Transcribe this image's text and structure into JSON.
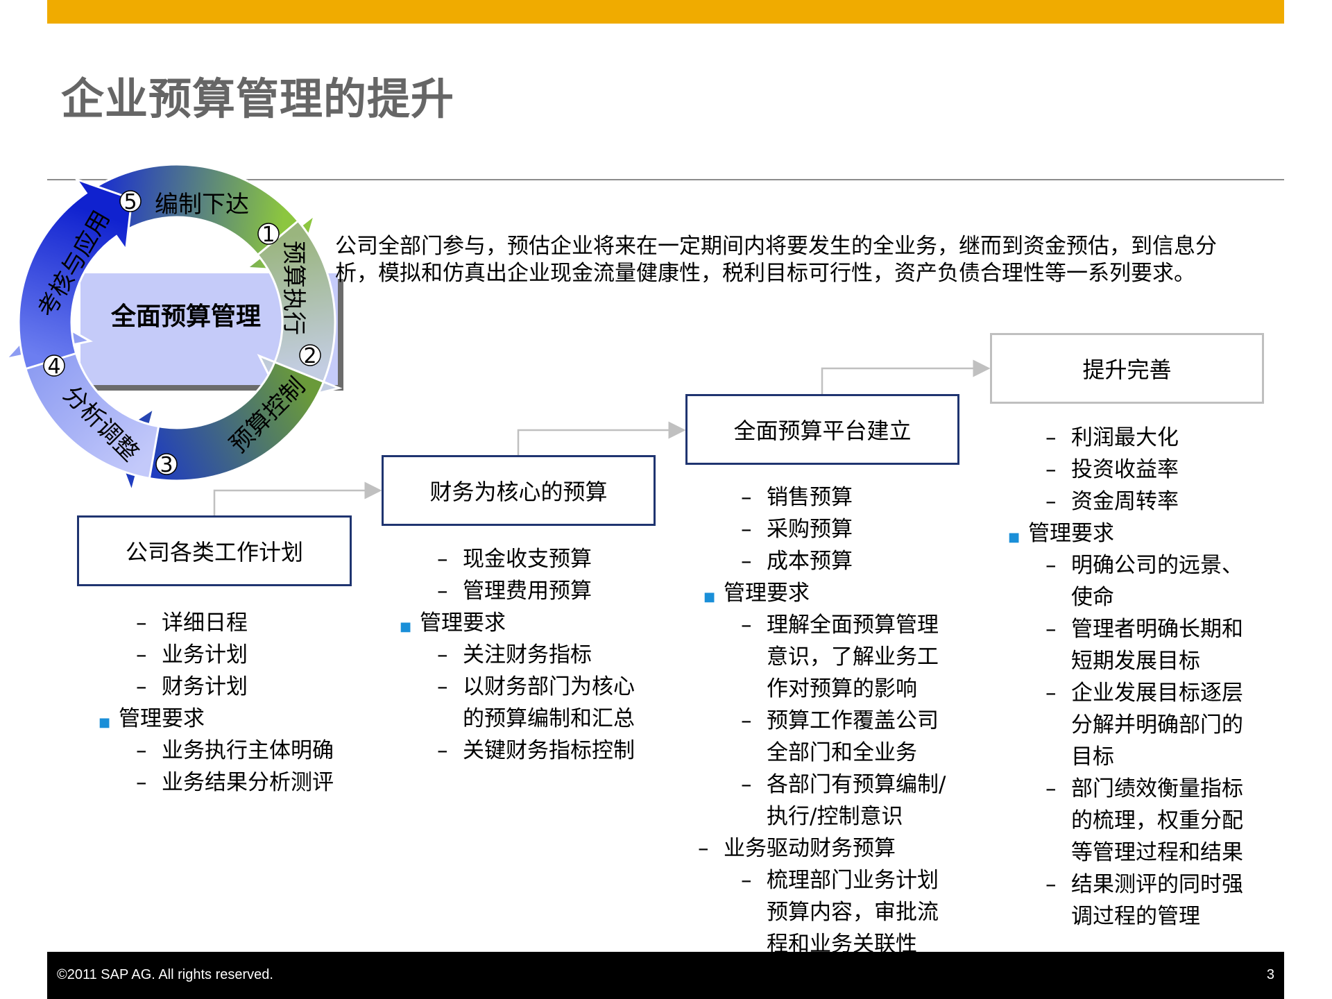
{
  "colors": {
    "accent_bar": "#F0AB00",
    "box_border": "#1F3470",
    "bullet": "#1A8FD8"
  },
  "title": "企业预算管理的提升",
  "intro": "公司全部门参与，预估企业将来在一定期间内将要发生的全业务，继而到资金预估，到信息分析，模拟和仿真出企业现金流量健康性，税利目标可行性，资产负债合理性等一系列要求。",
  "cycle": {
    "center_label": "全面预算管理",
    "steps": [
      {
        "number": "1",
        "label": "编制下达"
      },
      {
        "number": "2",
        "label": "预算执行"
      },
      {
        "number": "3",
        "label": "预算控制"
      },
      {
        "number": "4",
        "label": "分析调整"
      },
      {
        "number": "5",
        "label": "考核与应用"
      }
    ]
  },
  "stages": [
    {
      "title": "公司各类工作计划",
      "items": [
        {
          "type": "sub",
          "text": "详细日程"
        },
        {
          "type": "sub",
          "text": "业务计划"
        },
        {
          "type": "sub",
          "text": "财务计划"
        },
        {
          "type": "bullet",
          "text": "管理要求"
        },
        {
          "type": "sub",
          "text": "业务执行主体明确"
        },
        {
          "type": "sub",
          "text": "业务结果分析测评"
        }
      ]
    },
    {
      "title": "财务为核心的预算",
      "items": [
        {
          "type": "sub",
          "text": "现金收支预算"
        },
        {
          "type": "sub",
          "text": "管理费用预算"
        },
        {
          "type": "bullet",
          "text": "管理要求"
        },
        {
          "type": "sub",
          "text": "关注财务指标"
        },
        {
          "type": "sub",
          "text": "以财务部门为核心\n的预算编制和汇总"
        },
        {
          "type": "sub",
          "text": "关键财务指标控制"
        }
      ]
    },
    {
      "title": "全面预算平台建立",
      "items": [
        {
          "type": "sub",
          "text": "销售预算"
        },
        {
          "type": "sub",
          "text": "采购预算"
        },
        {
          "type": "sub",
          "text": " 成本预算"
        },
        {
          "type": "bullet",
          "text": "管理要求"
        },
        {
          "type": "sub",
          "text": "理解全面预算管理\n意识，了解业务工\n作对预算的影响"
        },
        {
          "type": "sub",
          "text": "预算工作覆盖公司\n全部门和全业务"
        },
        {
          "type": "sub",
          "text": "各部门有预算编制/\n执行/控制意识"
        },
        {
          "type": "dash",
          "text": "业务驱动财务预算"
        },
        {
          "type": "sub",
          "text": "梳理部门业务计划\n预算内容，审批流\n程和业务关联性"
        }
      ]
    },
    {
      "title": "提升完善",
      "items": [
        {
          "type": "sub",
          "text": "利润最大化"
        },
        {
          "type": "sub",
          "text": "投资收益率"
        },
        {
          "type": "sub",
          "text": "资金周转率"
        },
        {
          "type": "bullet",
          "text": "管理要求"
        },
        {
          "type": "sub",
          "text": "明确公司的远景、\n使命"
        },
        {
          "type": "sub",
          "text": "管理者明确长期和\n短期发展目标"
        },
        {
          "type": "sub",
          "text": "企业发展目标逐层\n分解并明确部门的\n目标"
        },
        {
          "type": "sub",
          "text": "部门绩效衡量指标\n的梳理，权重分配\n等管理过程和结果"
        },
        {
          "type": "sub",
          "text": "结果测评的同时强\n调过程的管理"
        }
      ]
    }
  ],
  "markers": {
    "dash": "–",
    "bullet": "■"
  },
  "footer": {
    "copyright": "©2011 SAP AG. All rights reserved.",
    "page_number": "3"
  }
}
